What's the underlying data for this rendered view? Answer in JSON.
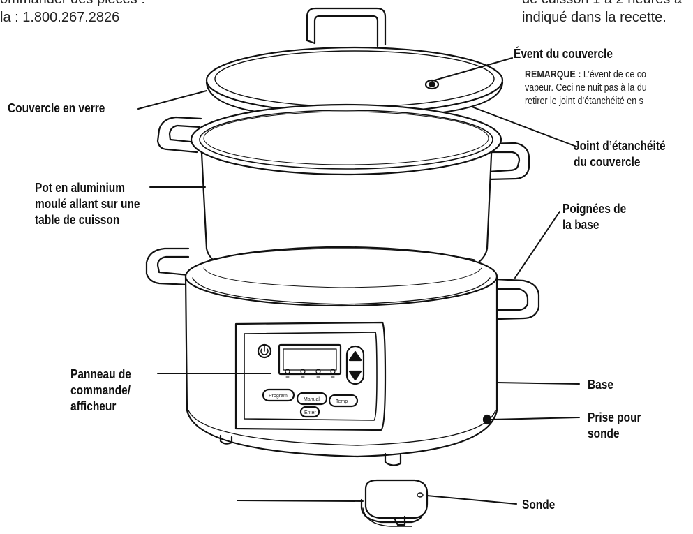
{
  "header": {
    "left_lines": [
      "ommander des pièces :",
      "la : 1.800.267.2826"
    ],
    "right_lines": [
      "de cuisson 1 à 2 heures a",
      "indiqué dans la recette."
    ]
  },
  "labels": {
    "glass_lid": "Couvercle en verre",
    "lid_vent": "Évent du couvercle",
    "note_heading": "REMARQUE :",
    "note_lines": [
      "L’évent de ce co",
      "vapeur. Ceci ne nuit pas à la du",
      "retirer le joint d’étanchéité en s"
    ],
    "lid_gasket": [
      "Joint d’étanchéité",
      "du couvercle"
    ],
    "pot": [
      "Pot en aluminium",
      "moulé allant sur une",
      "table de cuisson"
    ],
    "base_handles": [
      "Poignées de",
      "la base"
    ],
    "control_panel": [
      "Panneau de",
      "commande/",
      "afficheur"
    ],
    "base": "Base",
    "probe_jack": [
      "Prise pour",
      "sonde"
    ],
    "probe": "Sonde"
  },
  "panel": {
    "buttons": [
      "Program",
      "Manual",
      "Temp"
    ],
    "enter": "Enter"
  }
}
